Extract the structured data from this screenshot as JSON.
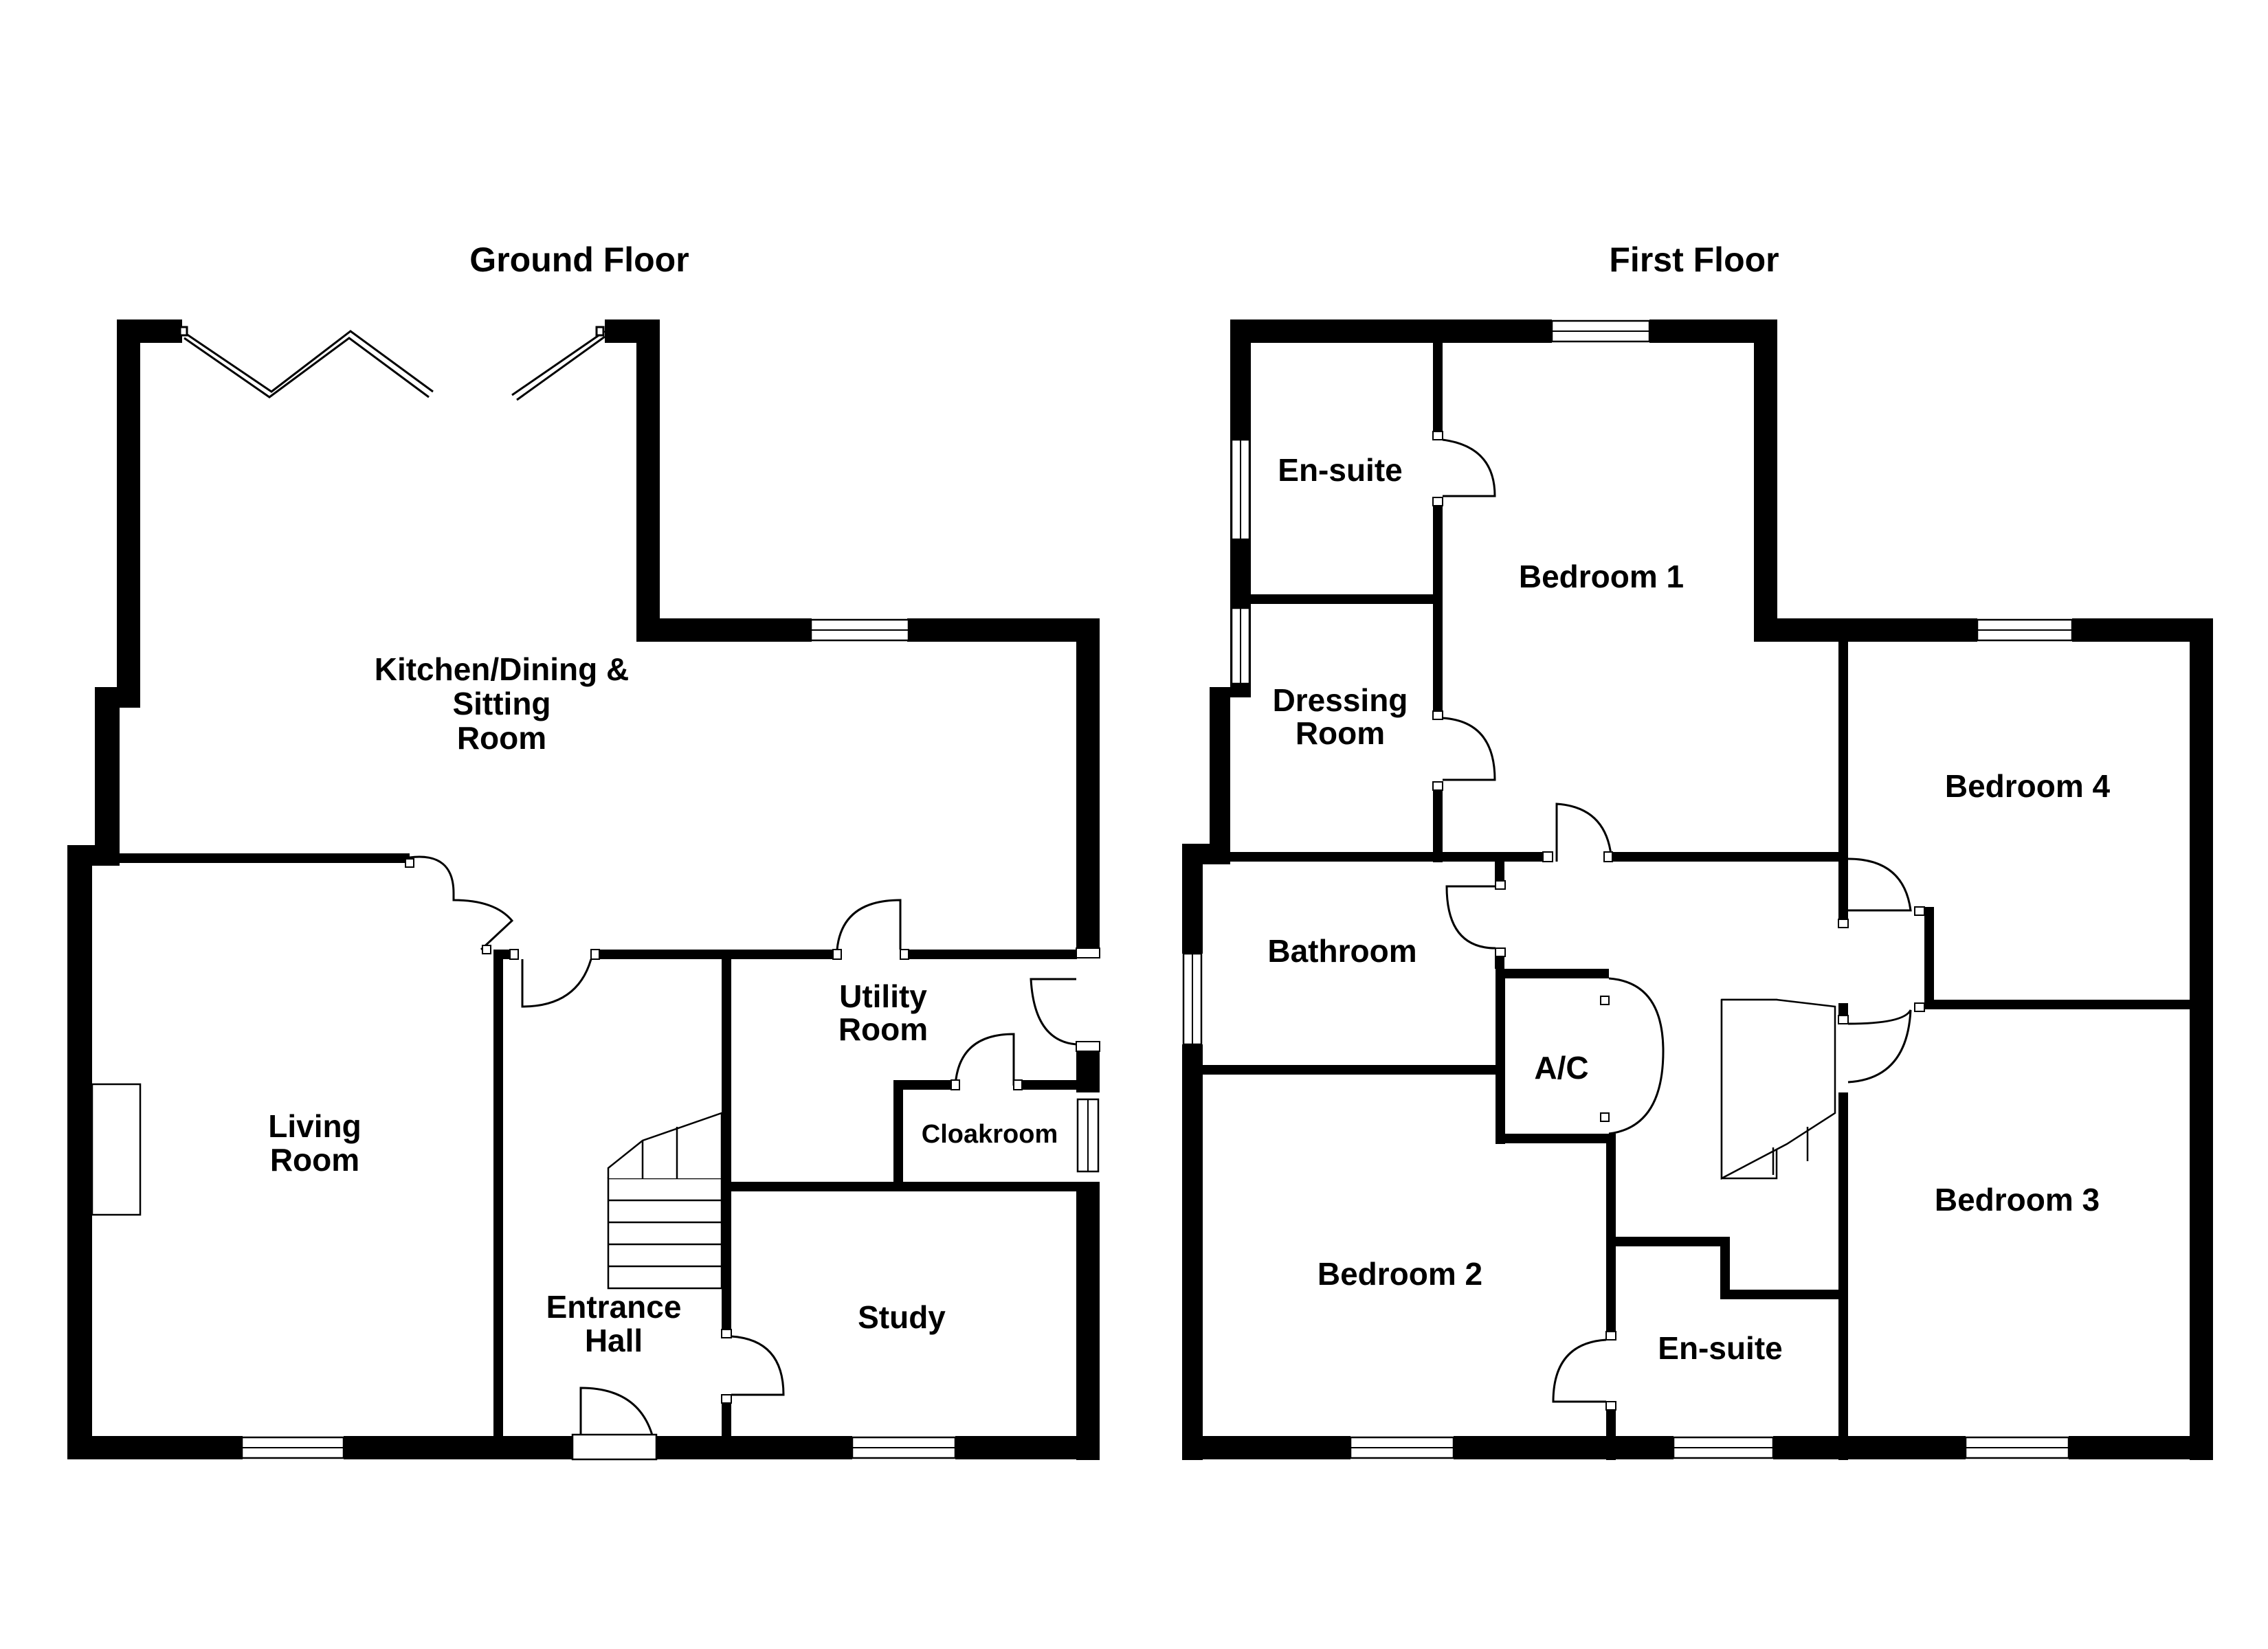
{
  "floors": {
    "ground": {
      "title": "Ground Floor",
      "rooms": {
        "kitchen_1": "Kitchen/Dining &",
        "kitchen_2": "Sitting",
        "kitchen_3": "Room",
        "living_1": "Living",
        "living_2": "Room",
        "utility_1": "Utility",
        "utility_2": "Room",
        "cloakroom": "Cloakroom",
        "hall_1": "Entrance",
        "hall_2": "Hall",
        "study": "Study"
      }
    },
    "first": {
      "title": "First Floor",
      "rooms": {
        "ensuite_top": "En-suite",
        "dressing_1": "Dressing",
        "dressing_2": "Room",
        "bedroom1": "Bedroom 1",
        "bedroom4": "Bedroom 4",
        "bathroom": "Bathroom",
        "ac": "A/C",
        "bedroom2": "Bedroom 2",
        "bedroom3": "Bedroom 3",
        "ensuite_bottom": "En-suite"
      }
    }
  },
  "colors": {
    "wall": "#000000",
    "background": "#ffffff"
  }
}
